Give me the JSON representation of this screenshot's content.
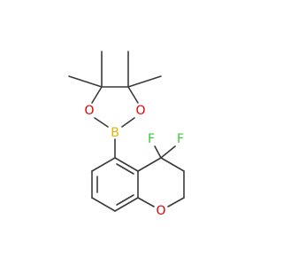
{
  "molecule": {
    "colors": {
      "bond": "#3a3a3a",
      "oxygen": "#dd0000",
      "boron": "#e6b400",
      "fluorine": "#33cc33"
    },
    "atoms": {
      "boron": "B",
      "oxygen_left": "O",
      "oxygen_right": "O",
      "oxygen_ring": "O",
      "fluorine_left": "F",
      "fluorine_right": "F"
    }
  }
}
